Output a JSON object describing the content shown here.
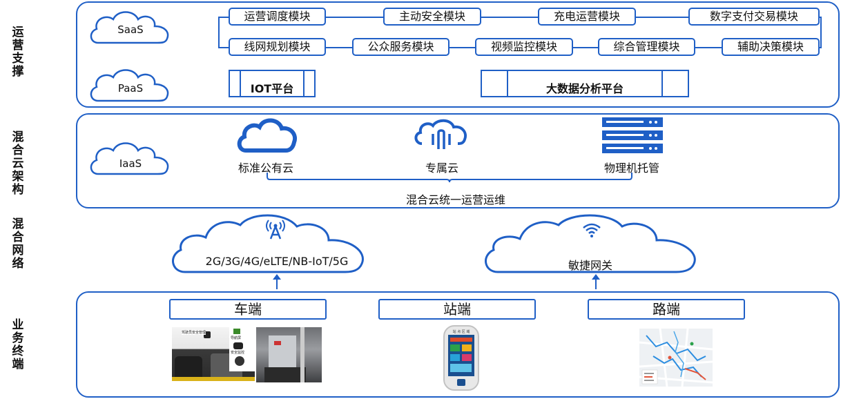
{
  "side_labels": {
    "ops": "运营支撑",
    "hybrid_cloud": "混合云架构",
    "hybrid_network": "混合网络",
    "terminal": "业务终端"
  },
  "ops": {
    "saas": "SaaS",
    "paas": "PaaS",
    "modules_row1": [
      "运营调度模块",
      "主动安全模块",
      "充电运营模块",
      "数字支付交易模块"
    ],
    "modules_row2": [
      "线网规划模块",
      "公众服务模块",
      "视频监控模块",
      "综合管理模块",
      "辅助决策模块"
    ],
    "platforms": [
      "IOT平台",
      "大数据分析平台"
    ]
  },
  "cloud": {
    "iaas": "IaaS",
    "items": [
      {
        "label": "标准公有云",
        "icon": "public-cloud-icon"
      },
      {
        "label": "专属云",
        "icon": "dedicated-cloud-icon"
      },
      {
        "label": "物理机托管",
        "icon": "server-rack-icon"
      }
    ],
    "unified": "混合云统一运营运维"
  },
  "network": {
    "cellular": "2G/3G/4G/eLTE/NB-IoT/5G",
    "gateway": "敏捷网关"
  },
  "terminal": {
    "vehicle": "车端",
    "station": "站端",
    "road": "路端",
    "bus_photo_labels": [
      "驾驶员安全管理",
      "安全监控",
      "导航屏"
    ],
    "kiosk_header": "站 点 区 域"
  },
  "colors": {
    "accent": "#1f5fc6",
    "light_blue": "#2b8de0"
  }
}
